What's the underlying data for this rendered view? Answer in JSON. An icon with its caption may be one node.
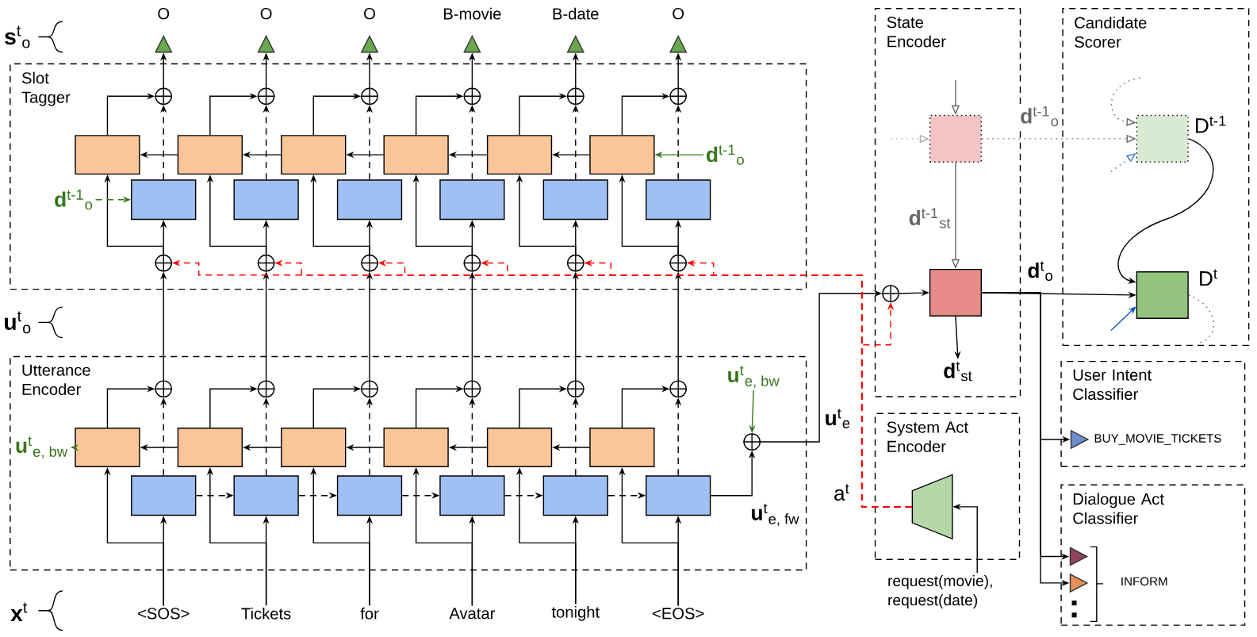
{
  "diagram": {
    "nodes": [
      {
        "text": [
          "Slot Tagger"
        ]
      },
      {
        "text": [
          "Utterance Encoder"
        ]
      },
      {
        "text": [
          "State Encoder"
        ]
      },
      {
        "text": [
          "Candidate Scorer"
        ]
      },
      {
        "text": [
          "User Intent Classifier"
        ]
      },
      {
        "text": [
          "System Act Encoder"
        ]
      },
      {
        "text": [
          "Dialogue Act Classifier"
        ]
      },
      {
        "text": [
          "O"
        ]
      },
      {
        "text": [
          "O"
        ]
      },
      {
        "text": [
          "O"
        ]
      },
      {
        "text": [
          "B-movie"
        ]
      },
      {
        "text": [
          "B-date"
        ]
      },
      {
        "text": [
          "O"
        ]
      },
      {
        "text": [],
        "shape": "circle",
        "in": 0
      },
      {
        "text": [],
        "shape": "circle",
        "in": 0
      },
      {
        "text": [],
        "shape": "circle",
        "in": 0
      },
      {
        "text": [],
        "shape": "circle",
        "in": 0
      },
      {
        "text": [],
        "shape": "circle",
        "in": 0
      },
      {
        "text": [],
        "shape": "circle",
        "in": 0
      },
      {
        "text": [],
        "shape": "box",
        "in": 0
      },
      {
        "text": [],
        "shape": "box",
        "in": 0
      },
      {
        "text": [],
        "shape": "box",
        "in": 0
      },
      {
        "text": [],
        "shape": "box",
        "in": 0
      },
      {
        "text": [],
        "shape": "box",
        "in": 0
      },
      {
        "text": [],
        "shape": "box",
        "in": 0
      },
      {
        "text": [],
        "shape": "box",
        "in": 0
      },
      {
        "text": [],
        "shape": "box",
        "in": 0
      },
      {
        "text": [],
        "shape": "box",
        "in": 0
      },
      {
        "text": [],
        "shape": "box",
        "in": 0
      },
      {
        "text": [],
        "shape": "box",
        "in": 0
      },
      {
        "text": [],
        "shape": "box",
        "in": 0
      },
      {
        "text": [],
        "shape": "circle",
        "in": 0
      },
      {
        "text": [],
        "shape": "circle",
        "in": 0
      },
      {
        "text": [],
        "shape": "circle",
        "in": 0
      },
      {
        "text": [],
        "shape": "circle",
        "in": 0
      },
      {
        "text": [],
        "shape": "circle",
        "in": 0
      },
      {
        "text": [],
        "shape": "circle",
        "in": 0
      },
      {
        "text": [],
        "shape": "circle",
        "in": 1
      },
      {
        "text": [],
        "shape": "circle",
        "in": 1
      },
      {
        "text": [],
        "shape": "circle",
        "in": 1
      },
      {
        "text": [],
        "shape": "circle",
        "in": 1
      },
      {
        "text": [],
        "shape": "circle",
        "in": 1
      },
      {
        "text": [],
        "shape": "circle",
        "in": 1
      },
      {
        "text": [],
        "shape": "box",
        "in": 1
      },
      {
        "text": [],
        "shape": "box",
        "in": 1
      },
      {
        "text": [],
        "shape": "box",
        "in": 1
      },
      {
        "text": [],
        "shape": "box",
        "in": 1
      },
      {
        "text": [],
        "shape": "box",
        "in": 1
      },
      {
        "text": [],
        "shape": "box",
        "in": 1
      },
      {
        "text": [],
        "shape": "box",
        "in": 1
      },
      {
        "text": [],
        "shape": "box",
        "in": 1
      },
      {
        "text": [],
        "shape": "box",
        "in": 1
      },
      {
        "text": [],
        "shape": "box",
        "in": 1
      },
      {
        "text": [],
        "shape": "box",
        "in": 1
      },
      {
        "text": [],
        "shape": "box",
        "in": 1
      },
      {
        "text": [
          "<SOS>"
        ]
      },
      {
        "text": [
          "Tickets"
        ]
      },
      {
        "text": [
          "for"
        ]
      },
      {
        "text": [
          "Avatar"
        ]
      },
      {
        "text": [
          "tonight"
        ]
      },
      {
        "text": [
          "<EOS>"
        ]
      },
      {
        "text": [
          "**d**$^{t-1}$$_{o}$"
        ],
        "in": 0
      },
      {
        "text": [
          "**d**$^{t-1}$$_{o}$"
        ],
        "in": 0
      },
      {
        "text": [
          "**u**$^{t}$$_{e, bw}$"
        ],
        "in": 1
      },
      {
        "text": [
          "**u**$^{t}$$_{e, bw}$"
        ],
        "in": 1
      },
      {
        "text": [],
        "shape": "circle",
        "in": 1
      },
      {
        "text": [],
        "shape": "circle",
        "in": 2
      },
      {
        "text": [],
        "shape": "box",
        "in": 2
      },
      {
        "text": [],
        "shape": "box",
        "in": 2
      },
      {
        "text": [
          "**d**$^{t}$$_{st}$"
        ],
        "in": 2
      },
      {
        "text": [],
        "shape": "box",
        "in": 3,
        "beside": [
          "D$^{t-1}$"
        ]
      },
      {
        "text": [],
        "shape": "box",
        "in": 3,
        "beside": [
          "D$^{t}$"
        ]
      },
      {
        "text": [],
        "shape": "triangle",
        "in": 4,
        "beside": [
          "BUY_MOVIE_TICKETS"
        ]
      },
      {
        "text": [],
        "shape": "trapezoid",
        "in": 5
      },
      {
        "text": [
          "request(movie), request(date)"
        ]
      },
      {
        "text": [],
        "shape": "triangle",
        "in": 6
      },
      {
        "text": [],
        "shape": "triangle",
        "in": 6
      }
    ],
    "edges": [
      {
        "from": 13,
        "to": 7,
        "arrow": "to"
      },
      {
        "from": 14,
        "to": 8,
        "arrow": "to"
      },
      {
        "from": 15,
        "to": 9,
        "arrow": "to"
      },
      {
        "from": 16,
        "to": 10,
        "arrow": "to"
      },
      {
        "from": 17,
        "to": 11,
        "arrow": "to"
      },
      {
        "from": 18,
        "to": 12,
        "arrow": "to"
      },
      {
        "from": 19,
        "to": 13,
        "arrow": "to"
      },
      {
        "from": 20,
        "to": 14,
        "arrow": "to"
      },
      {
        "from": 21,
        "to": 15,
        "arrow": "to"
      },
      {
        "from": 22,
        "to": 16,
        "arrow": "to"
      },
      {
        "from": 23,
        "to": 17,
        "arrow": "to"
      },
      {
        "from": 24,
        "to": 18,
        "arrow": "to"
      },
      {
        "from": 25,
        "to": 13,
        "arrow": "to",
        "style": "dashed"
      },
      {
        "from": 26,
        "to": 14,
        "arrow": "to",
        "style": "dashed"
      },
      {
        "from": 27,
        "to": 15,
        "arrow": "to",
        "style": "dashed"
      },
      {
        "from": 28,
        "to": 16,
        "arrow": "to",
        "style": "dashed"
      },
      {
        "from": 29,
        "to": 17,
        "arrow": "to",
        "style": "dashed"
      },
      {
        "from": 30,
        "to": 18,
        "arrow": "to",
        "style": "dashed"
      },
      {
        "from": 20,
        "to": 19,
        "arrow": "to"
      },
      {
        "from": 21,
        "to": 20,
        "arrow": "to"
      },
      {
        "from": 22,
        "to": 21,
        "arrow": "to"
      },
      {
        "from": 23,
        "to": 22,
        "arrow": "to"
      },
      {
        "from": 24,
        "to": 23,
        "arrow": "to"
      },
      {
        "from": 31,
        "to": 25,
        "arrow": "to"
      },
      {
        "from": 32,
        "to": 26,
        "arrow": "to"
      },
      {
        "from": 33,
        "to": 27,
        "arrow": "to"
      },
      {
        "from": 34,
        "to": 28,
        "arrow": "to"
      },
      {
        "from": 35,
        "to": 29,
        "arrow": "to"
      },
      {
        "from": 36,
        "to": 30,
        "arrow": "to"
      },
      {
        "from": 31,
        "to": 19,
        "arrow": "to"
      },
      {
        "from": 32,
        "to": 20,
        "arrow": "to"
      },
      {
        "from": 33,
        "to": 21,
        "arrow": "to"
      },
      {
        "from": 34,
        "to": 22,
        "arrow": "to"
      },
      {
        "from": 35,
        "to": 23,
        "arrow": "to"
      },
      {
        "from": 36,
        "to": 24,
        "arrow": "to"
      },
      {
        "from": 61,
        "to": 25,
        "arrow": "to",
        "style": "dashed",
        "color": "#38761d"
      },
      {
        "from": 62,
        "to": 24,
        "arrow": "to",
        "color": "#38761d"
      },
      {
        "from": 37,
        "to": 31,
        "arrow": "to"
      },
      {
        "from": 38,
        "to": 32,
        "arrow": "to"
      },
      {
        "from": 39,
        "to": 33,
        "arrow": "to"
      },
      {
        "from": 40,
        "to": 34,
        "arrow": "to"
      },
      {
        "from": 41,
        "to": 35,
        "arrow": "to"
      },
      {
        "from": 42,
        "to": 36,
        "arrow": "to"
      },
      {
        "from": 43,
        "to": 37,
        "arrow": "to"
      },
      {
        "from": 44,
        "to": 38,
        "arrow": "to"
      },
      {
        "from": 45,
        "to": 39,
        "arrow": "to"
      },
      {
        "from": 46,
        "to": 40,
        "arrow": "to"
      },
      {
        "from": 47,
        "to": 41,
        "arrow": "to"
      },
      {
        "from": 48,
        "to": 42,
        "arrow": "to"
      },
      {
        "from": 49,
        "to": 37,
        "arrow": "to",
        "style": "dashed"
      },
      {
        "from": 50,
        "to": 38,
        "arrow": "to",
        "style": "dashed"
      },
      {
        "from": 51,
        "to": 39,
        "arrow": "to",
        "style": "dashed"
      },
      {
        "from": 52,
        "to": 40,
        "arrow": "to",
        "style": "dashed"
      },
      {
        "from": 53,
        "to": 41,
        "arrow": "to",
        "style": "dashed"
      },
      {
        "from": 54,
        "to": 42,
        "arrow": "to",
        "style": "dashed"
      },
      {
        "from": 49,
        "to": 50,
        "arrow": "to",
        "style": "dashed"
      },
      {
        "from": 50,
        "to": 51,
        "arrow": "to",
        "style": "dashed"
      },
      {
        "from": 51,
        "to": 52,
        "arrow": "to",
        "style": "dashed"
      },
      {
        "from": 52,
        "to": 53,
        "arrow": "to",
        "style": "dashed"
      },
      {
        "from": 53,
        "to": 54,
        "arrow": "to",
        "style": "dashed"
      },
      {
        "from": 44,
        "to": 43,
        "arrow": "to"
      },
      {
        "from": 45,
        "to": 44,
        "arrow": "to"
      },
      {
        "from": 46,
        "to": 45,
        "arrow": "to"
      },
      {
        "from": 47,
        "to": 46,
        "arrow": "to"
      },
      {
        "from": 48,
        "to": 47,
        "arrow": "to"
      },
      {
        "from": 43,
        "to": 63,
        "arrow": "to",
        "color": "#38761d"
      },
      {
        "from": 55,
        "to": 49,
        "arrow": "to"
      },
      {
        "from": 56,
        "to": 50,
        "arrow": "to"
      },
      {
        "from": 57,
        "to": 51,
        "arrow": "to"
      },
      {
        "from": 58,
        "to": 52,
        "arrow": "to"
      },
      {
        "from": 59,
        "to": 53,
        "arrow": "to"
      },
      {
        "from": 60,
        "to": 54,
        "arrow": "to"
      },
      {
        "from": 55,
        "to": 43,
        "arrow": "to"
      },
      {
        "from": 56,
        "to": 44,
        "arrow": "to"
      },
      {
        "from": 57,
        "to": 45,
        "arrow": "to"
      },
      {
        "from": 58,
        "to": 46,
        "arrow": "to"
      },
      {
        "from": 59,
        "to": 47,
        "arrow": "to"
      },
      {
        "from": 60,
        "to": 48,
        "arrow": "to"
      },
      {
        "from": 64,
        "to": 65,
        "arrow": "to",
        "color": "#38761d"
      },
      {
        "from": 54,
        "to": 65,
        "arrow": "to",
        "label": "**u**$^{t}$$_{e, fw}$"
      },
      {
        "from": 65,
        "to": 66,
        "arrow": "to",
        "label": "**u**$^{t}$$_{e}$"
      },
      {
        "from": 73,
        "to": 66,
        "arrow": "to",
        "style": "dashed",
        "color": "#ff0000",
        "label": "a$^{t}$"
      },
      {
        "from": 73,
        "to": 31,
        "arrow": "to",
        "style": "dashed",
        "color": "#ff0000"
      },
      {
        "from": 73,
        "to": 32,
        "arrow": "to",
        "style": "dashed",
        "color": "#ff0000"
      },
      {
        "from": 73,
        "to": 33,
        "arrow": "to",
        "style": "dashed",
        "color": "#ff0000"
      },
      {
        "from": 73,
        "to": 34,
        "arrow": "to",
        "style": "dashed",
        "color": "#ff0000"
      },
      {
        "from": 73,
        "to": 35,
        "arrow": "to",
        "style": "dashed",
        "color": "#ff0000"
      },
      {
        "from": 73,
        "to": 36,
        "arrow": "to",
        "style": "dashed",
        "color": "#ff0000"
      },
      {
        "from": 66,
        "to": 68,
        "arrow": "to"
      },
      {
        "from": null,
        "to": 67,
        "arrow": "to",
        "color": "#666666"
      },
      {
        "from": null,
        "to": 67,
        "arrow": "to",
        "style": "dashed",
        "color": "#aaaaaa"
      },
      {
        "from": 67,
        "to": 68,
        "arrow": "to",
        "color": "#666666",
        "label": "**d**$^{t-1}$$_{st}$"
      },
      {
        "from": 68,
        "to": 69,
        "arrow": "to"
      },
      {
        "from": 67,
        "to": 70,
        "arrow": "to",
        "style": "dashed",
        "color": "#666666",
        "label": "**d**$^{t-1}$$_{o}$"
      },
      {
        "from": null,
        "to": 70,
        "arrow": "to",
        "style": "dashed",
        "color": "#666666"
      },
      {
        "from": null,
        "to": 70,
        "arrow": "to",
        "style": "dashed",
        "color": "#3c78d8"
      },
      {
        "from": 70,
        "to": 71,
        "arrow": "to"
      },
      {
        "from": null,
        "to": 71,
        "arrow": "to",
        "color": "#1155cc"
      },
      {
        "from": 71,
        "to": null,
        "arrow": "none",
        "style": "dashed",
        "color": "#666666"
      },
      {
        "from": 68,
        "to": 71,
        "arrow": "to",
        "label": "**d**$^{t}$$_{o}$"
      },
      {
        "from": 68,
        "to": 72,
        "arrow": "to"
      },
      {
        "from": 68,
        "to": 75,
        "arrow": "to"
      },
      {
        "from": 68,
        "to": 76,
        "arrow": "to"
      },
      {
        "from": 74,
        "to": 73,
        "arrow": "to"
      }
    ],
    "labels": [
      "**s**$^{t}$$_{o}$",
      "**u**$^{t}$$_{o}$",
      "INFORM",
      "**x**$^{t}$"
    ]
  }
}
